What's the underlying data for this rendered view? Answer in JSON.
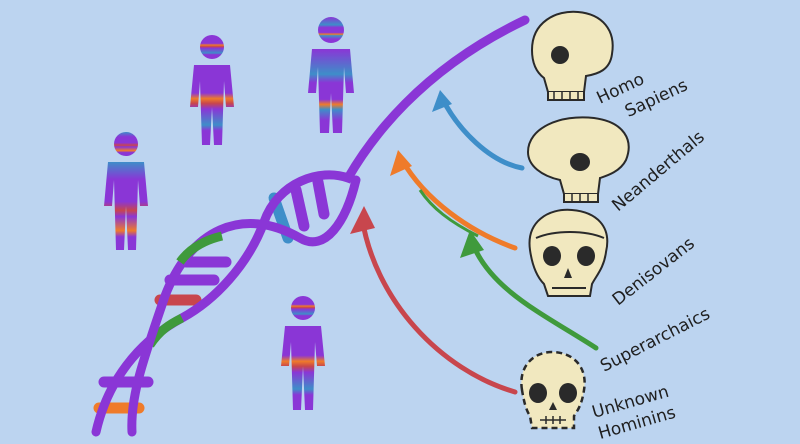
{
  "background": "#bcd4f0",
  "colors": {
    "purple": "#8a36d6",
    "blue": "#3e8ec9",
    "green": "#3f9a3c",
    "orange": "#ef7b2a",
    "red": "#c8464d",
    "bone": "#f1e8bf"
  },
  "groups": [
    {
      "id": "homo-sapiens",
      "lines": [
        "Homo",
        "Sapiens"
      ],
      "arrow_color": "#8a36d6",
      "skull": "modern"
    },
    {
      "id": "neanderthals",
      "lines": [
        "Neanderthals"
      ],
      "arrow_color": "#3e8ec9",
      "skull": "neanderthal"
    },
    {
      "id": "denisovans",
      "lines": [
        "Denisovans"
      ],
      "arrow_color": "#ef7b2a",
      "skull": "denisovan"
    },
    {
      "id": "superarchaics",
      "lines": [
        "Superarchaics"
      ],
      "arrow_color": "#3f9a3c",
      "skull": "none"
    },
    {
      "id": "unknown-hominins",
      "lines": [
        "Unknown",
        "Hominins"
      ],
      "arrow_color": "#c8464d",
      "skull": "unknown"
    }
  ],
  "people": [
    {
      "id": "person-1",
      "palette": [
        "#8a36d6",
        "#3e8ec9",
        "#ef7b2a",
        "#c8464d"
      ]
    },
    {
      "id": "person-2",
      "palette": [
        "#8a36d6",
        "#3e8ec9",
        "#ef7b2a",
        "#3f9a3c"
      ]
    },
    {
      "id": "person-3",
      "palette": [
        "#8a36d6",
        "#3e8ec9",
        "#c8464d",
        "#ef7b2a"
      ]
    },
    {
      "id": "person-4",
      "palette": [
        "#8a36d6",
        "#3e8ec9",
        "#ef7b2a",
        "#3f9a3c"
      ]
    }
  ]
}
